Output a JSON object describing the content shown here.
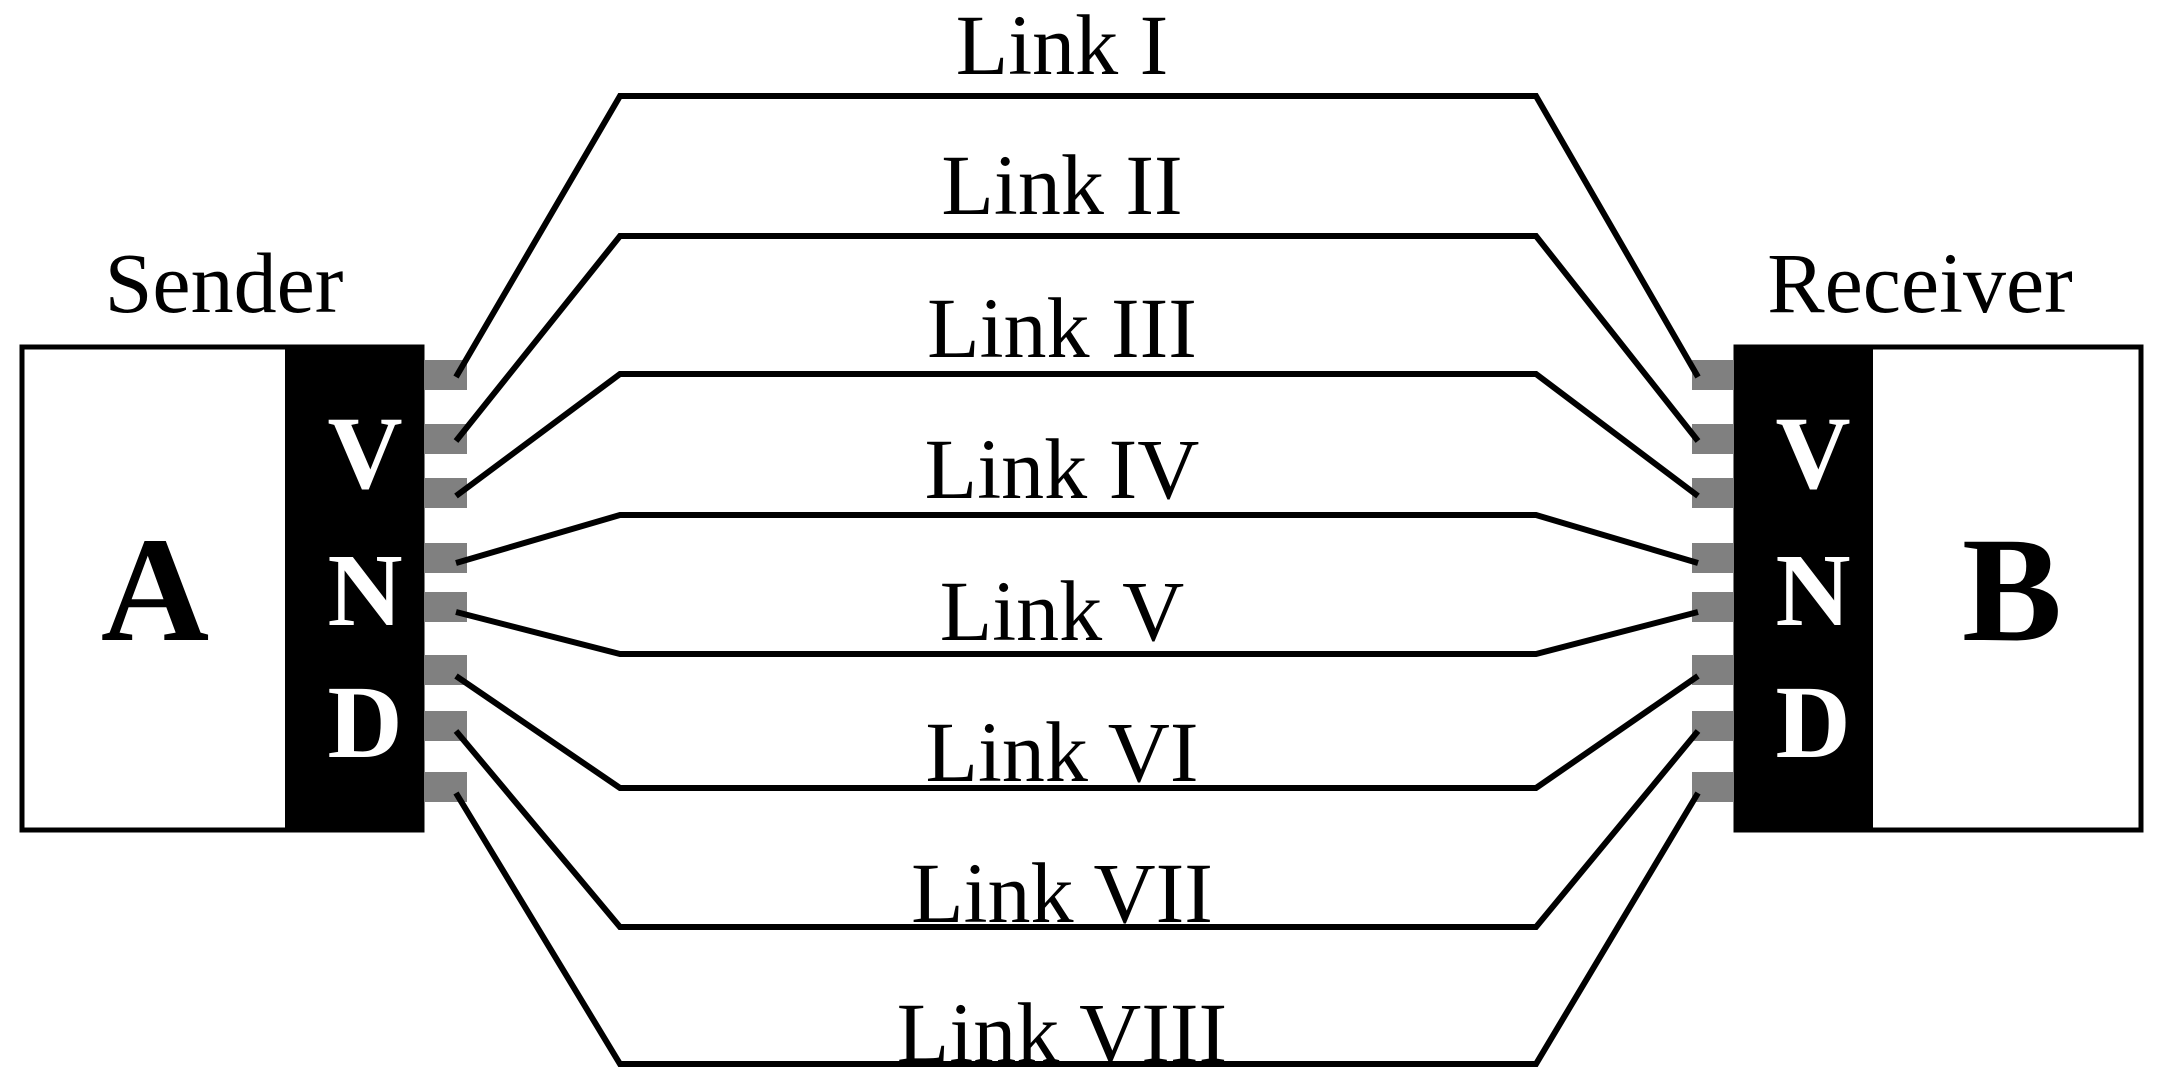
{
  "sender": {
    "role_label": "Sender",
    "node_letter": "A",
    "module_letters": [
      "V",
      "N",
      "D"
    ]
  },
  "receiver": {
    "role_label": "Receiver",
    "node_letter": "B",
    "module_letters": [
      "V",
      "N",
      "D"
    ]
  },
  "links": [
    {
      "label": "Link I"
    },
    {
      "label": "Link II"
    },
    {
      "label": "Link III"
    },
    {
      "label": "Link IV"
    },
    {
      "label": "Link V"
    },
    {
      "label": "Link VI"
    },
    {
      "label": "Link VII"
    },
    {
      "label": "Link VIII"
    }
  ],
  "colors": {
    "module_fill": "#000000",
    "port_fill": "#808080",
    "line_color": "#000000",
    "background": "#ffffff"
  }
}
